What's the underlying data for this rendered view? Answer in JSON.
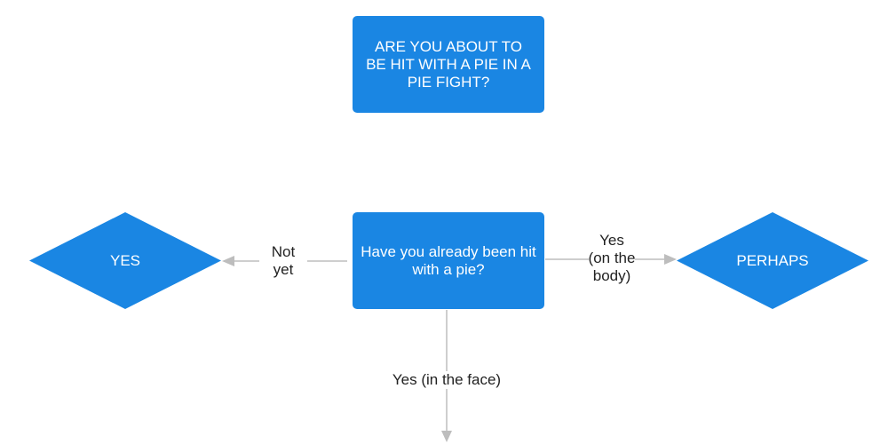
{
  "colors": {
    "node_fill": "#1a86e3",
    "node_text": "#ffffff",
    "connector": "#bdbdbd",
    "edge_label_text": "#222222"
  },
  "nodes": {
    "top_question": "ARE YOU ABOUT TO BE HIT WITH A PIE IN A PIE FIGHT?",
    "middle_question": "Have you already been hit with a pie?",
    "yes_diamond": "YES",
    "perhaps_diamond": "PERHAPS"
  },
  "edges": {
    "not_yet_line1": "Not",
    "not_yet_line2": "yet",
    "yes_body_line1": "Yes",
    "yes_body_line2": "(on the",
    "yes_body_line3": "body)",
    "yes_face": "Yes (in the face)"
  }
}
